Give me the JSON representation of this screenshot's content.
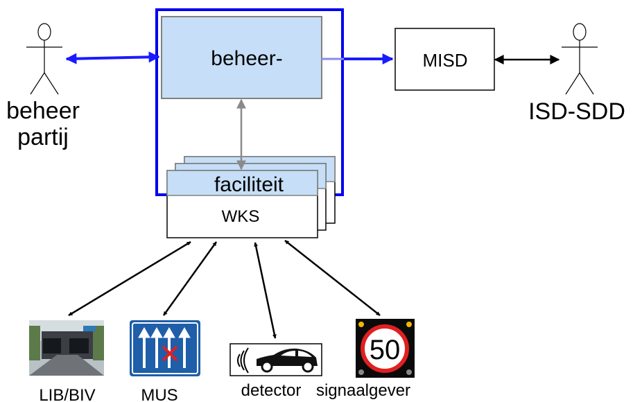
{
  "actors": {
    "left": {
      "name": "beheer partij",
      "line1": "beheer",
      "line2": "partij"
    },
    "right": {
      "name": "ISD-SDD"
    }
  },
  "beheer_box": {
    "label": "beheer-"
  },
  "misd_box": {
    "label": "MISD"
  },
  "facility_stack": {
    "facility_label": "faciliteit",
    "wks_label": "WKS"
  },
  "field_devices": [
    {
      "id": "lib-biv",
      "label": "LIB/BIV",
      "icon": "tunnel-photo-icon"
    },
    {
      "id": "mus",
      "label": "MUS",
      "icon": "lane-signal-icon"
    },
    {
      "id": "detector",
      "label": "detector",
      "icon": "car-detector-icon"
    },
    {
      "id": "signaalgever",
      "label": "signaalgever",
      "icon": "speed-sign-icon",
      "speed_value": "50"
    }
  ],
  "colors": {
    "system_border": "#0000ee",
    "box_fill": "#c6def7",
    "box_border": "#808080",
    "blue_arrow": "#1a1aff",
    "sign_blue": "#1f5ea8",
    "sign_red": "#e02020",
    "sign_yellow": "#f5b800"
  }
}
